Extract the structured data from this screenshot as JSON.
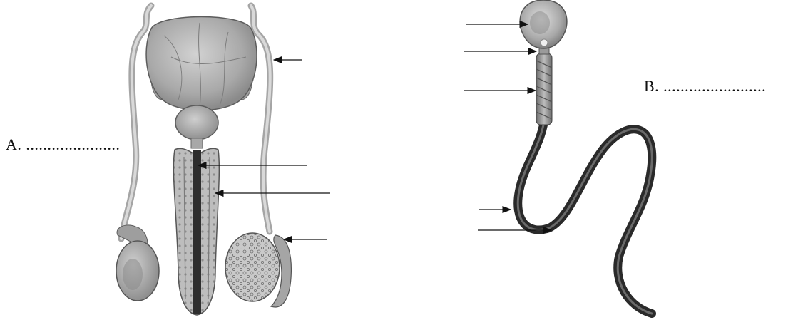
{
  "labels": {
    "a": "A. ......................",
    "b": "B. ........................"
  },
  "colors": {
    "line": "#111111",
    "tissue_light": "#d8d8d8",
    "tissue_mid": "#b5b5b5",
    "tissue_dark": "#7a7a7a",
    "tail_dark": "#2a2a2a"
  },
  "figures": {
    "left": "male-reproductive-system",
    "right": "sperm-cell"
  },
  "arrows": {
    "left_count": 4,
    "right_count": 5
  }
}
